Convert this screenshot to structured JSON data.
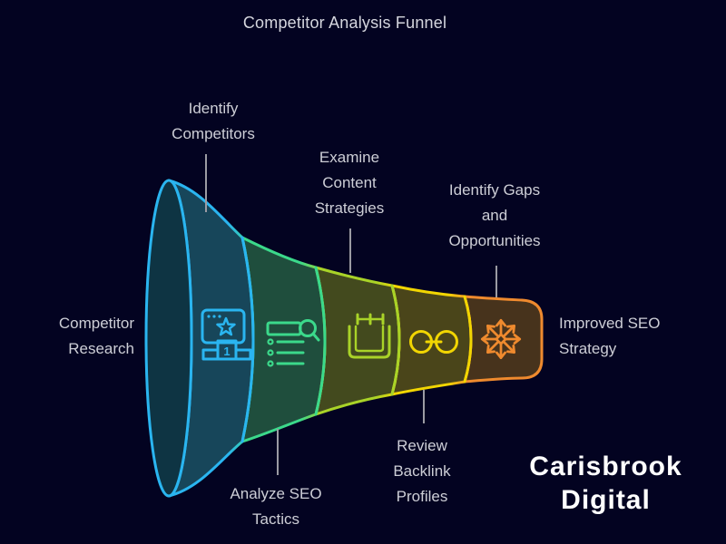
{
  "title": "Competitor Analysis Funnel",
  "funnel": {
    "input_label": "Competitor\nResearch",
    "output_label": "Improved SEO\nStrategy",
    "stages": [
      {
        "label": "Identify\nCompetitors",
        "icon": "ranking-browser-icon",
        "color": "#2ab5f0",
        "badge": "1"
      },
      {
        "label": "Analyze SEO\nTactics",
        "icon": "seo-checklist-search-icon",
        "color": "#3bd98b"
      },
      {
        "label": "Examine\nContent\nStrategies",
        "icon": "content-calendar-icon",
        "color": "#a9d328"
      },
      {
        "label": "Review\nBacklink\nProfiles",
        "icon": "backlink-chain-icon",
        "color": "#f2d602"
      },
      {
        "label": "Identify Gaps\nand\nOpportunities",
        "icon": "gaps-compass-arrows-icon",
        "color": "#ef8a2e"
      }
    ]
  },
  "logo": {
    "line1": "Carisbrook",
    "line2": "Digital"
  },
  "colors": {
    "background": "#030321",
    "title_text": "#d5d6de",
    "label_text": "#cdced6",
    "leader_line": "#9b9ba3",
    "logo_text": "#ffffff"
  }
}
